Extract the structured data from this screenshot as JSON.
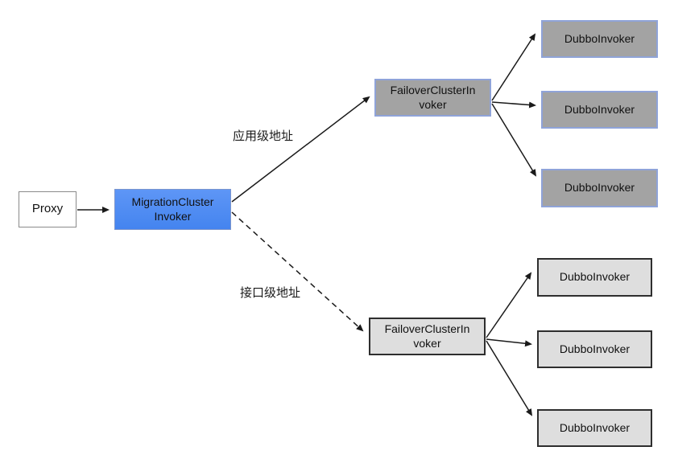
{
  "diagram": {
    "title": "",
    "nodes": {
      "proxy": "Proxy",
      "migration": "MigrationCluster\nInvoker",
      "failover_app": "FailoverClusterIn\nvoker",
      "failover_if": "FailoverClusterIn\nvoker",
      "dubbo_app": [
        "DubboInvoker",
        "DubboInvoker",
        "DubboInvoker"
      ],
      "dubbo_if": [
        "DubboInvoker",
        "DubboInvoker",
        "DubboInvoker"
      ]
    },
    "edges": {
      "app_label": "应用级地址",
      "if_label": "接口级地址",
      "app_style": "solid",
      "if_style": "dashed"
    },
    "colors": {
      "migration_fill": "#4b87f2",
      "migration_border": "#7d96cc",
      "app_box_fill": "#a3a3a3",
      "app_box_border": "#8fa3d8",
      "if_box_fill": "#dedede",
      "if_box_border": "#2e2e2e",
      "proxy_fill": "#ffffff",
      "proxy_border": "#8a8a8a",
      "arrow": "#1a1a1a",
      "background": "#ffffff"
    }
  }
}
